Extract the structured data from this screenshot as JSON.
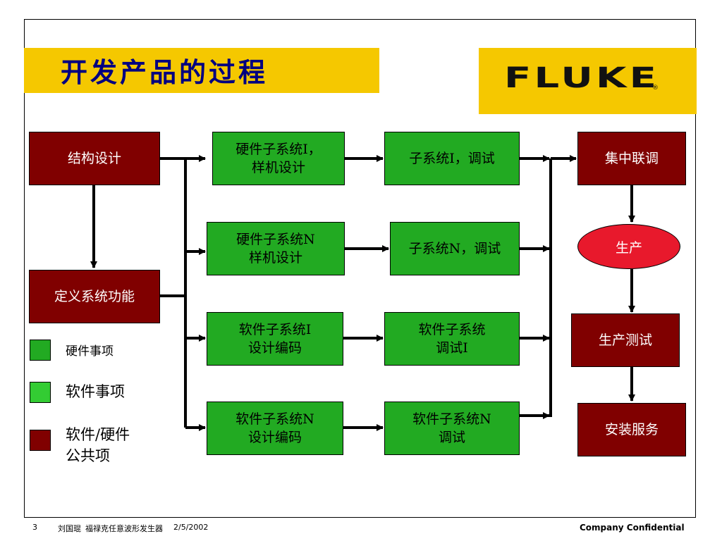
{
  "title": "开发产品的过程",
  "logo": {
    "word": "FLUKE",
    "mark": "®"
  },
  "nodes": {
    "structure_design": "结构设计",
    "define_functions": "定义系统功能",
    "hw_sub1_line1": "硬件子系统I，",
    "hw_sub1_line2": "样机设计",
    "hw_subN_line1": "硬件子系统N",
    "hw_subN_line2": "样机设计",
    "sw_sub1_line1": "软件子系统I",
    "sw_sub1_line2": "设计编码",
    "sw_subN_line1": "软件子系统N",
    "sw_subN_line2": "设计编码",
    "debug_sub1": "子系统I，调试",
    "debug_subN": "子系统N，调试",
    "sw_debug1_line1": "软件子系统",
    "sw_debug1_line2": "调试I",
    "sw_debugN_line1": "软件子系统N",
    "sw_debugN_line2": "调试",
    "integration": "集中联调",
    "production": "生产",
    "production_test": "生产测试",
    "installation": "安装服务"
  },
  "legend": {
    "hardware": "硬件事项",
    "software": "软件事项",
    "common_line1": "软件/硬件",
    "common_line2": "公共项"
  },
  "colors": {
    "dark_red": "#800000",
    "green": "#22aa22",
    "light_green": "#33cc33",
    "red": "#e8192c",
    "yellow": "#f5c800"
  },
  "footer": {
    "page": "3",
    "author": "刘国琨",
    "course": "福禄克任意波形发生器",
    "date": "2/5/2002",
    "confidential": "Company Confidential"
  }
}
